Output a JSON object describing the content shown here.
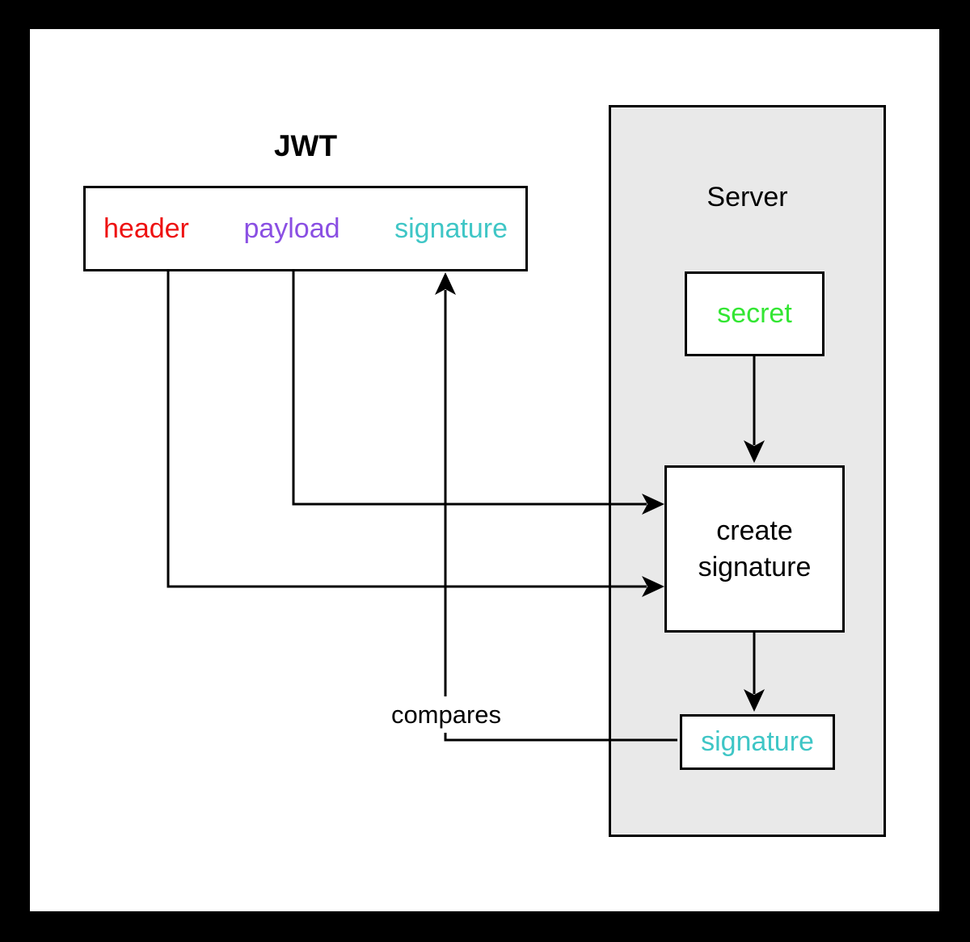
{
  "diagram": {
    "jwt": {
      "title": "JWT",
      "parts": [
        {
          "label": "header",
          "color": "#ee1111"
        },
        {
          "label": "payload",
          "color": "#8a4fe3"
        },
        {
          "label": "signature",
          "color": "#3fc6c6"
        }
      ]
    },
    "server": {
      "title": "Server",
      "secret": {
        "label": "secret",
        "color": "#33e633"
      },
      "create_signature": {
        "label": "create signature",
        "color": "#000000"
      },
      "signature": {
        "label": "signature",
        "color": "#3fc6c6"
      }
    },
    "edges": {
      "compares_label": "compares",
      "connections": [
        "jwt.header -> server.create_signature",
        "jwt.payload -> server.create_signature",
        "server.secret -> server.create_signature",
        "server.create_signature -> server.signature",
        "server.signature -> jwt.signature (compares)"
      ]
    },
    "colors": {
      "frame": "#000000",
      "canvas": "#ffffff",
      "server_fill": "#e9e9e9",
      "line": "#000000"
    }
  }
}
